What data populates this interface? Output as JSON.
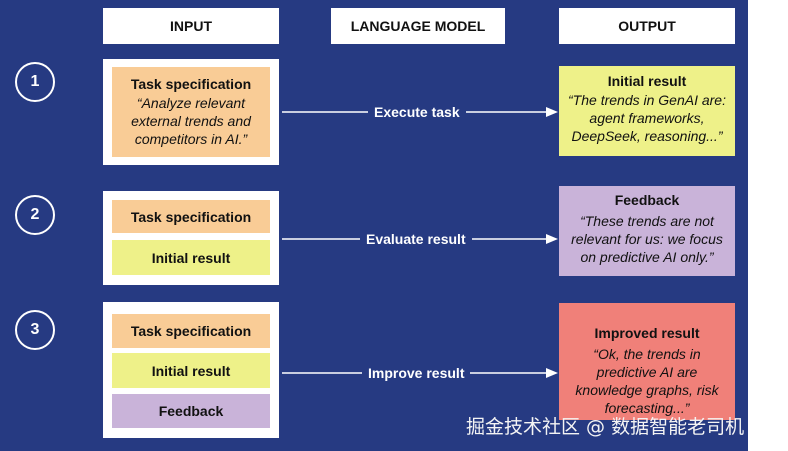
{
  "headers": {
    "input": "INPUT",
    "model": "LANGUAGE MODEL",
    "output": "OUTPUT"
  },
  "colors": {
    "background": "#263a82",
    "task_spec": "#f9cc96",
    "initial_result": "#eef189",
    "feedback": "#c9b3d9",
    "improved_result": "#f08079"
  },
  "steps": [
    {
      "number": "1",
      "inputs": [
        {
          "title": "Task specification",
          "quote": "“Analyze relevant external trends and competitors in AI.”"
        }
      ],
      "action": "Execute task",
      "output": {
        "title": "Initial result",
        "quote": "“The trends in GenAI are: agent frameworks, DeepSeek, reasoning...”"
      }
    },
    {
      "number": "2",
      "inputs": [
        {
          "title": "Task specification"
        },
        {
          "title": "Initial result"
        }
      ],
      "action": "Evaluate result",
      "output": {
        "title": "Feedback",
        "quote": "“These trends are not relevant for us: we focus on predictive AI only.”"
      }
    },
    {
      "number": "3",
      "inputs": [
        {
          "title": "Task specification"
        },
        {
          "title": "Initial result"
        },
        {
          "title": "Feedback"
        }
      ],
      "action": "Improve result",
      "output": {
        "title": "Improved result",
        "quote": "“Ok, the trends in predictive AI are knowledge graphs, risk forecasting...”"
      }
    }
  ],
  "watermark": "掘金技术社区 @ 数据智能老司机"
}
